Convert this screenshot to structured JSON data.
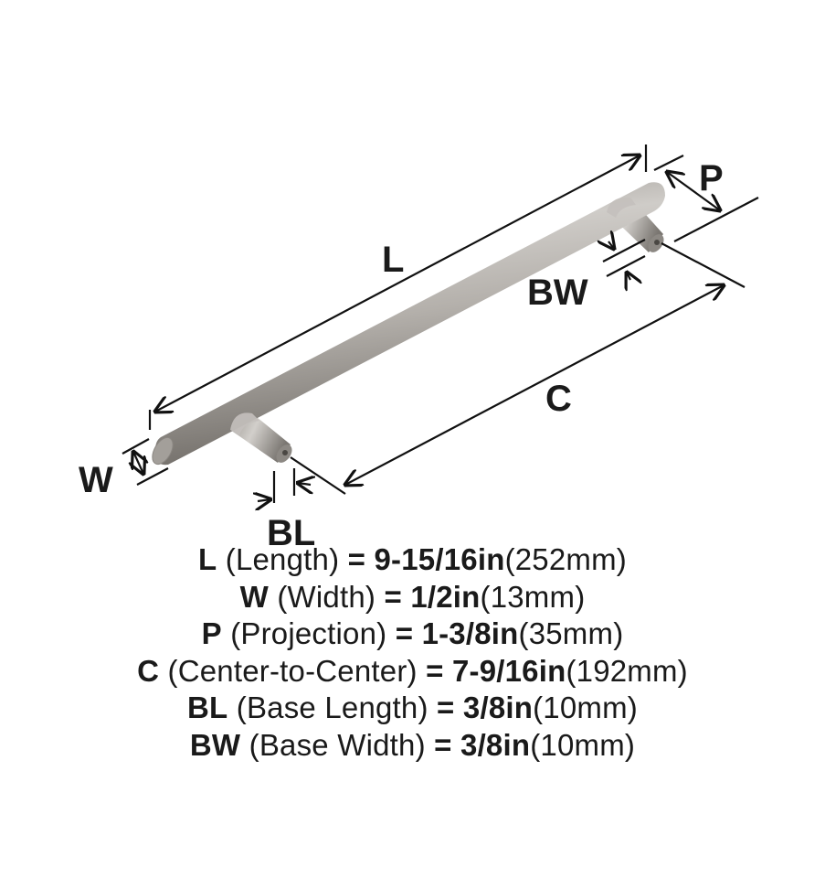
{
  "diagram": {
    "labels": {
      "L": "L",
      "W": "W",
      "P": "P",
      "C": "C",
      "BL": "BL",
      "BW": "BW"
    },
    "colors": {
      "line": "#111111",
      "metal_light": "#c9c6c2",
      "metal_mid": "#a9a5a0",
      "metal_dark": "#7d7974"
    }
  },
  "specs": [
    {
      "key": "L",
      "name": "(Length)",
      "eq": "=",
      "value_in": "9-15/16in",
      "value_mm": "(252mm)"
    },
    {
      "key": "W",
      "name": "(Width)",
      "eq": "=",
      "value_in": "1/2in",
      "value_mm": "(13mm)"
    },
    {
      "key": "P",
      "name": "(Projection)",
      "eq": "=",
      "value_in": "1-3/8in",
      "value_mm": "(35mm)"
    },
    {
      "key": "C",
      "name": "(Center-to-Center)",
      "eq": "=",
      "value_in": "7-9/16in",
      "value_mm": "(192mm)"
    },
    {
      "key": "BL",
      "name": "(Base Length)",
      "eq": "=",
      "value_in": "3/8in",
      "value_mm": "(10mm)"
    },
    {
      "key": "BW",
      "name": "(Base Width)",
      "eq": "=",
      "value_in": "3/8in",
      "value_mm": "(10mm)"
    }
  ]
}
